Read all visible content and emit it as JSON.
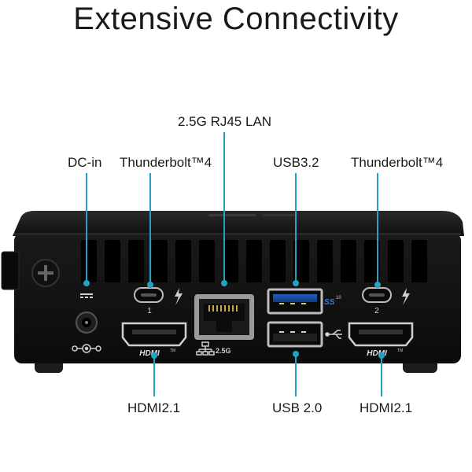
{
  "title": "Extensive Connectivity",
  "labels": {
    "lan": "2.5G RJ45 LAN",
    "dc_in": "DC-in",
    "thunderbolt_left": "Thunderbolt™4",
    "usb32": "USB3.2",
    "thunderbolt_right": "Thunderbolt™4",
    "hdmi_left": "HDMI2.1",
    "usb20": "USB 2.0",
    "hdmi_right": "HDMI2.1"
  },
  "port_marks": {
    "tb1_number": "1",
    "tb2_number": "2",
    "hdmi_left_logo": "HDMI",
    "hdmi_right_logo": "HDMI",
    "hdmi_tm": "TM",
    "lan_speed": "2.5G",
    "usb_ss_mark": "SS",
    "usb_ss_speed": "10"
  },
  "colors": {
    "accent": "#23a3c4",
    "chassis": "#141414",
    "text": "#1a1a1a"
  }
}
